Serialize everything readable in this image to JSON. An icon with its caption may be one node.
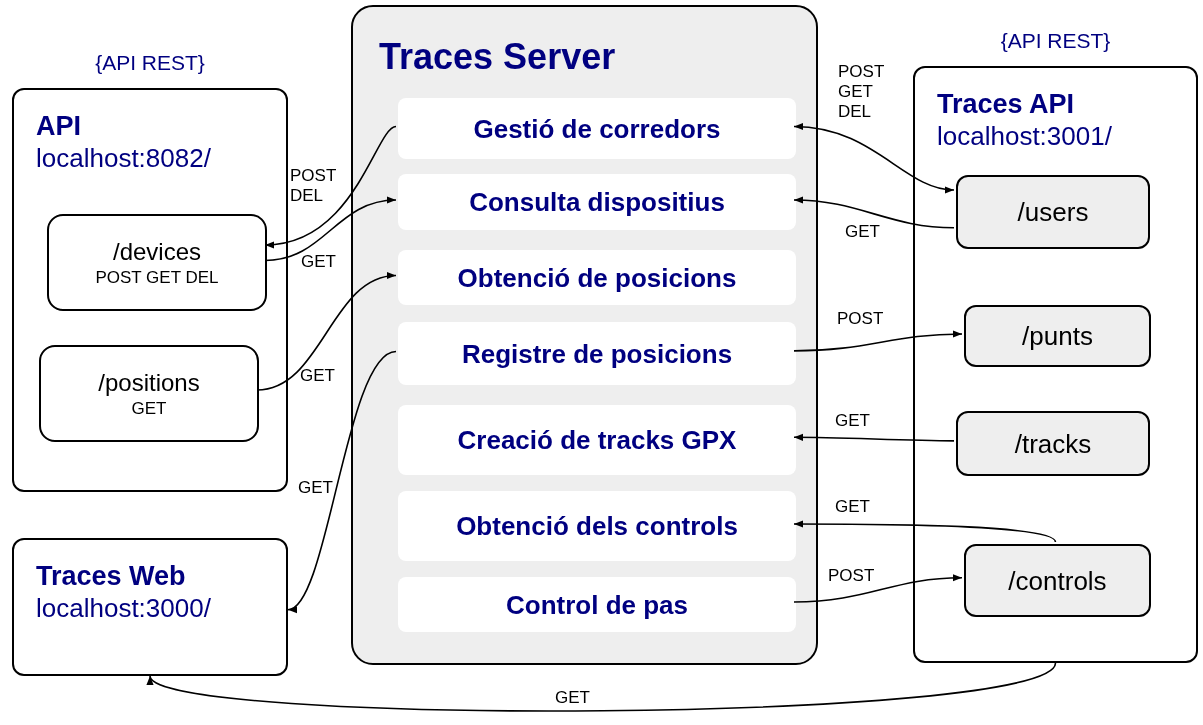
{
  "diagram": {
    "nodes": [
      {
        "text": [
          "API",
          "localhost:8082/"
        ],
        "beside": [
          "{API REST}"
        ]
      },
      {
        "text": [
          "/devices",
          "POST GET DEL"
        ],
        "in": 0
      },
      {
        "text": [
          "/positions",
          "GET"
        ],
        "in": 0
      },
      {
        "text": [
          "Traces Web",
          "localhost:3000/"
        ]
      },
      {
        "text": [
          "Traces Server"
        ]
      },
      {
        "text": [
          "Gestió de corredors"
        ],
        "in": 4
      },
      {
        "text": [
          "Consulta dispositius"
        ],
        "in": 4
      },
      {
        "text": [
          "Obtenció de posicions"
        ],
        "in": 4
      },
      {
        "text": [
          "Registre de posicions"
        ],
        "in": 4
      },
      {
        "text": [
          "Creació de tracks GPX"
        ],
        "in": 4
      },
      {
        "text": [
          "Obtenció dels controls"
        ],
        "in": 4
      },
      {
        "text": [
          "Control de pas"
        ],
        "in": 4
      },
      {
        "text": [
          "Traces API",
          "localhost:3001/"
        ],
        "beside": [
          "{API REST}"
        ]
      },
      {
        "text": [
          "/users"
        ],
        "in": 12
      },
      {
        "text": [
          "/punts"
        ],
        "in": 12
      },
      {
        "text": [
          "/tracks"
        ],
        "in": 12
      },
      {
        "text": [
          "/controls"
        ],
        "in": 12
      }
    ],
    "edges": [
      {
        "from": 5,
        "to": 1,
        "arrow": "to",
        "label": "POST DEL"
      },
      {
        "from": 1,
        "to": 6,
        "arrow": "to",
        "label": "GET"
      },
      {
        "from": 2,
        "to": 7,
        "arrow": "to",
        "label": "GET"
      },
      {
        "from": 8,
        "to": 3,
        "arrow": "to",
        "label": "GET"
      },
      {
        "from": 5,
        "to": 13,
        "arrow": "both",
        "label": "POST GET DEL"
      },
      {
        "from": 13,
        "to": 6,
        "arrow": "to",
        "label": "GET"
      },
      {
        "from": 8,
        "to": 14,
        "arrow": "to",
        "label": "POST"
      },
      {
        "from": 15,
        "to": 9,
        "arrow": "to",
        "label": "GET"
      },
      {
        "from": 16,
        "to": 10,
        "arrow": "to",
        "label": "GET"
      },
      {
        "from": 11,
        "to": 16,
        "arrow": "to",
        "label": "POST"
      },
      {
        "from": 12,
        "to": 3,
        "arrow": "to",
        "label": "GET"
      }
    ]
  }
}
